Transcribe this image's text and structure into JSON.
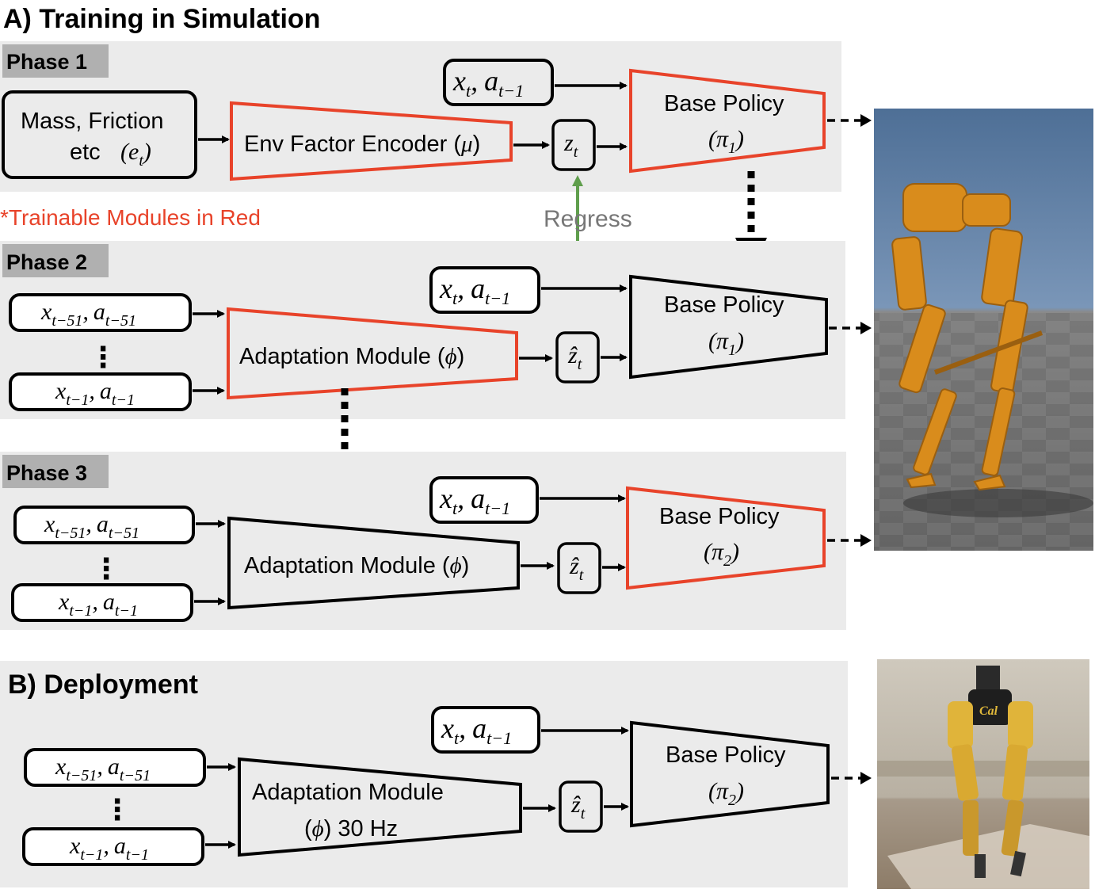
{
  "title_a": "A) Training in Simulation",
  "title_b": "B) Deployment",
  "trainable_note": "*Trainable Modules in Red",
  "regress_label": "Regress",
  "phases": [
    {
      "label": "Phase 1"
    },
    {
      "label": "Phase 2"
    },
    {
      "label": "Phase 3"
    }
  ],
  "env_factors": {
    "line1": "Mass, Friction",
    "line2": "etc",
    "symbol": "(e",
    "sub": "t",
    "close": ")"
  },
  "env_encoder": {
    "text": "Env Factor Encoder (",
    "symbol": "μ",
    "close": ")"
  },
  "adaptation_module": {
    "text": "Adaptation Module (",
    "symbol": "ϕ",
    "close": ")"
  },
  "adaptation_module_deploy": {
    "line1": "Adaptation Module",
    "line2_open": "(",
    "symbol": "ϕ",
    "line2_rest": ") 30 Hz"
  },
  "base_policy": {
    "label": "Base Policy",
    "pi1_sym": "(π",
    "pi1_sub": "1",
    "pi2_sym": "(π",
    "pi2_sub": "2",
    "close": ")"
  },
  "math": {
    "x": "x",
    "t": "t",
    "a": "a",
    "comma": ",",
    "t_minus_1": "t−1",
    "t_minus_51": "t−51",
    "z": "z",
    "zhat": "ẑ",
    "dots": "⋮"
  },
  "colors": {
    "trainable": "#e8432a",
    "frozen": "#000000",
    "panel": "#ebebeb",
    "phase_tag": "#b0b0b0",
    "regress_arrow": "#5f9e4c"
  },
  "images": [
    {
      "name": "simulated-robot-image",
      "description_icon": "robot-sim-icon"
    },
    {
      "name": "real-robot-image",
      "description_icon": "robot-real-icon",
      "logo_text": "Cal"
    }
  ]
}
